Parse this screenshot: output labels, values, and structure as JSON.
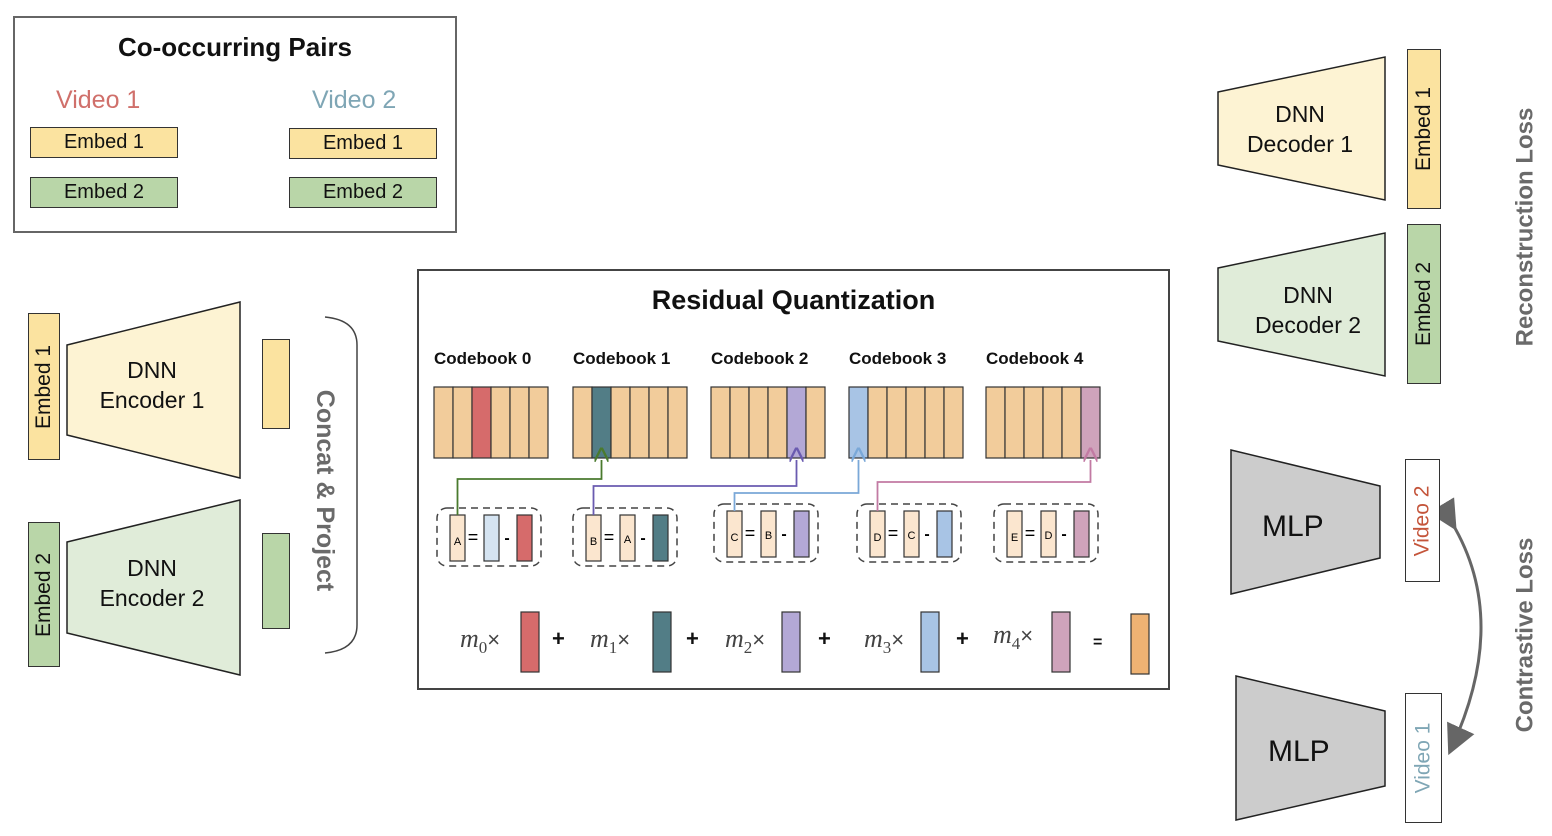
{
  "pairs_panel": {
    "title": "Co-occurring Pairs",
    "video1": {
      "label": "Video 1",
      "color": "#d0706b",
      "embeds": [
        "Embed 1",
        "Embed 2"
      ]
    },
    "video2": {
      "label": "Video 2",
      "color": "#7fa6b5",
      "embeds": [
        "Embed 1",
        "Embed 2"
      ]
    }
  },
  "encoders": [
    {
      "input": "Embed 1",
      "line1": "DNN",
      "line2": "Encoder 1"
    },
    {
      "input": "Embed 2",
      "line1": "DNN",
      "line2": "Encoder 2"
    }
  ],
  "concat_label": "Concat & Project",
  "rq_panel": {
    "title": "Residual Quantization",
    "codebooks": [
      {
        "label": "Codebook 0",
        "selected": 2,
        "color": "#d66b6b"
      },
      {
        "label": "Codebook 1",
        "selected": 1,
        "color": "#527d86"
      },
      {
        "label": "Codebook 2",
        "selected": 4,
        "color": "#b3a8d6"
      },
      {
        "label": "Codebook 3",
        "selected": 0,
        "color": "#a8c4e5"
      },
      {
        "label": "Codebook 4",
        "selected": 5,
        "color": "#cfa3bb"
      }
    ],
    "residuals": [
      {
        "lhs": "A",
        "rhs": "",
        "op_eq": "=",
        "op_minus": "-"
      },
      {
        "lhs": "B",
        "rhs": "A",
        "op_eq": "=",
        "op_minus": "-"
      },
      {
        "lhs": "C",
        "rhs": "B",
        "op_eq": "=",
        "op_minus": "-"
      },
      {
        "lhs": "D",
        "rhs": "C",
        "op_eq": "=",
        "op_minus": "-"
      },
      {
        "lhs": "E",
        "rhs": "D",
        "op_eq": "=",
        "op_minus": "-"
      }
    ],
    "arrow_colors": [
      "#4a7a2e",
      "#6a5bb0",
      "#7aa8d8",
      "#c27aa3"
    ],
    "sum": {
      "terms": [
        {
          "m": "m",
          "sub": "0",
          "times": "×"
        },
        {
          "m": "m",
          "sub": "1",
          "times": "×"
        },
        {
          "m": "m",
          "sub": "2",
          "times": "×"
        },
        {
          "m": "m",
          "sub": "3",
          "times": "×"
        },
        {
          "m": "m",
          "sub": "4",
          "times": "×"
        }
      ],
      "plus": "+",
      "equals": "=",
      "result_color": "#eeb273"
    }
  },
  "decoders": [
    {
      "line1": "DNN",
      "line2": "Decoder 1",
      "output": "Embed 1"
    },
    {
      "line1": "DNN",
      "line2": "Decoder 2",
      "output": "Embed 2"
    }
  ],
  "reconstruction_label": "Reconstruction Loss",
  "mlps": [
    {
      "label": "MLP",
      "output": "Video 2",
      "output_color": "#c4553b"
    },
    {
      "label": "MLP",
      "output": "Video 1",
      "output_color": "#7fa6b5"
    }
  ],
  "contrastive_label": "Contrastive Loss",
  "colors": {
    "embed1": "#fbe3a0",
    "embed2": "#b9d6a8",
    "encoder1": "#fdf3d3",
    "encoder2": "#e0ecd9",
    "codebook_cell": "#f2cc9b",
    "residual_cell": "#fbe6cf",
    "mlp": "#cccccc"
  }
}
